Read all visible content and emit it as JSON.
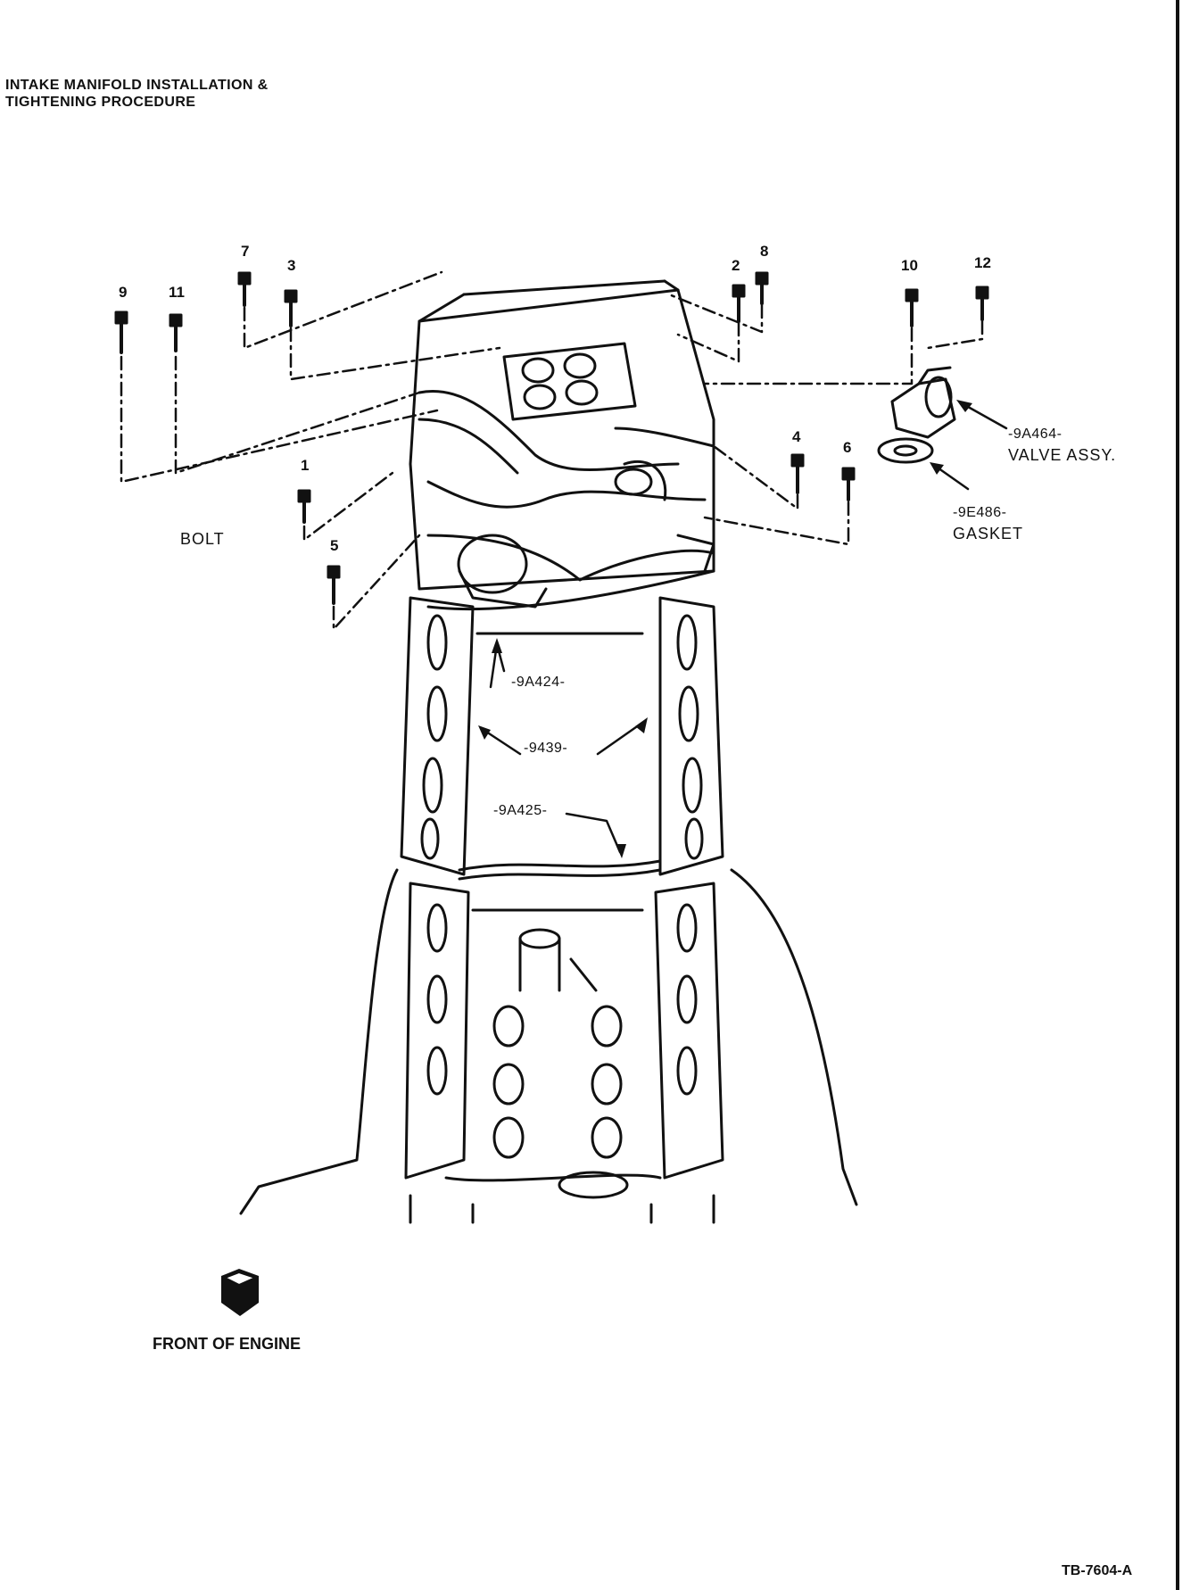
{
  "title": {
    "line1": "INTAKE MANIFOLD INSTALLATION &",
    "line2": "TIGHTENING PROCEDURE"
  },
  "bolt_numbers": [
    "1",
    "2",
    "3",
    "4",
    "5",
    "6",
    "7",
    "8",
    "9",
    "10",
    "11",
    "12"
  ],
  "labels": {
    "bolt": "BOLT",
    "valve_part": "-9A464-",
    "valve_name": "VALVE ASSY.",
    "gasket_part": "-9E486-",
    "gasket_name": "GASKET",
    "seal_front": "-9A424-",
    "manifold_gasket": "-9439-",
    "seal_rear": "-9A425-",
    "front_of_engine": "FRONT OF ENGINE"
  },
  "figure_id": "TB-7604-A"
}
